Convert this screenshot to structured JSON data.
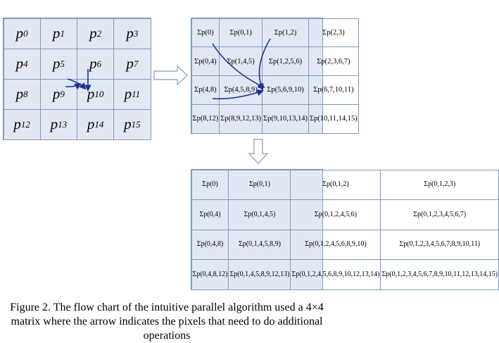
{
  "grid_input": {
    "cells": [
      {
        "b": "p",
        "s": "0"
      },
      {
        "b": "p",
        "s": "1"
      },
      {
        "b": "p",
        "s": "2"
      },
      {
        "b": "p",
        "s": "3"
      },
      {
        "b": "p",
        "s": "4"
      },
      {
        "b": "p",
        "s": "5"
      },
      {
        "b": "p",
        "s": "6"
      },
      {
        "b": "p",
        "s": "7"
      },
      {
        "b": "p",
        "s": "8"
      },
      {
        "b": "p",
        "s": "9"
      },
      {
        "b": "p",
        "s": "10"
      },
      {
        "b": "p",
        "s": "11"
      },
      {
        "b": "p",
        "s": "12"
      },
      {
        "b": "p",
        "s": "13"
      },
      {
        "b": "p",
        "s": "14"
      },
      {
        "b": "p",
        "s": "15"
      }
    ]
  },
  "grid_intermediate": {
    "cells": [
      "Σp(0)",
      "Σp(0,1)",
      "Σp(1,2)",
      "Σp(2,3)",
      "Σp(0,4)",
      "Σp(1,4,5)",
      "Σp(1,2,5,6)",
      "Σp(2,3,6,7)",
      "Σp(4,8)",
      "Σp(4,5,8,9)",
      "Σp(5,6,9,10)",
      "Σp(6,7,10,11)",
      "Σp(8,12)",
      "Σp(8,9,12,13)",
      "Σp(9,10,13,14)",
      "Σp(10,11,14,15)"
    ]
  },
  "grid_output": {
    "cells": [
      "Σp(0)",
      "Σp(0,1)",
      "Σp(0,1,2)",
      "Σp(0,1,2,3)",
      "Σp(0,4)",
      "Σp(0,1,4,5)",
      "Σp(0,1,2,4,5,6)",
      "Σp(0,1,2,3,4,5,6,7)",
      "Σp(0,4,8)",
      "Σp(0,1,4,5,8,9)",
      "Σp(0,1,2,4,5,6,8,9,10)",
      "Σp(0,1,2,3,4,5,6,7,8,9,10,11)",
      "Σp(0,4,8,12)",
      "Σp(0,1,4,5,8,9,12,13)",
      "Σp(0,1,2,4,5,6,8,9,10,12,13,14)",
      "Σp(0,1,2,3,4,5,6,7,8,9,10,11,12,13,14,15)"
    ]
  },
  "caption": {
    "line1": "Figure 2.    The flow chart of the intuitive parallel algorithm used a 4×4",
    "line2": "matrix where the arrow indicates the pixels that need to do additional",
    "line3": "operations"
  },
  "colors": {
    "cell_fill": "#e2e8f3",
    "grid_line": "#7f97c2",
    "arrow": "#1f2f9a",
    "flow_arrow": "#8b9bb8"
  }
}
